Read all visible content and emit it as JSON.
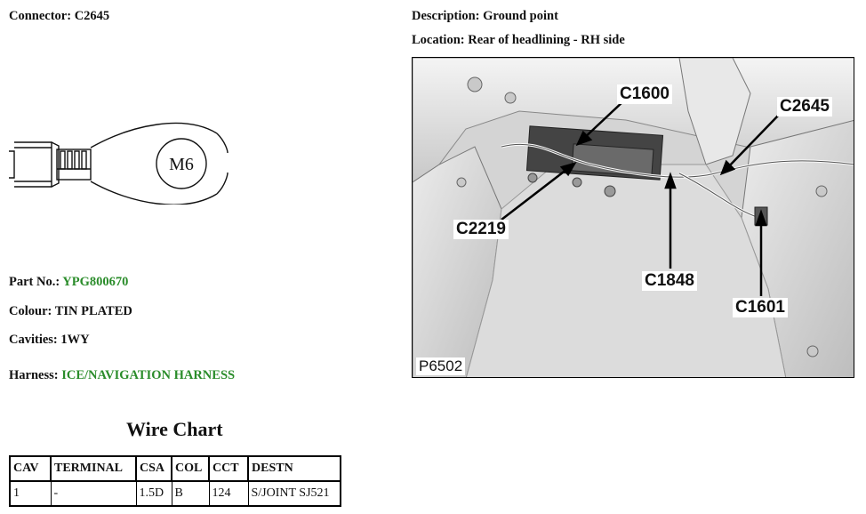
{
  "left": {
    "connector_label": "Connector:",
    "connector_value": "C2645",
    "part_no_label": "Part No.:",
    "part_no_value": "YPG800670",
    "colour_label": "Colour:",
    "colour_value": "TIN PLATED",
    "cavities_label": "Cavities:",
    "cavities_value": "1WY",
    "harness_label": "Harness:",
    "harness_value": "ICE/NAVIGATION HARNESS"
  },
  "right": {
    "description_label": "Description:",
    "description_value": "Ground point",
    "location_label": "Location:",
    "location_value": "Rear of headlining - RH side"
  },
  "diagram": {
    "stud_label": "M6"
  },
  "photo": {
    "figure_ref": "P6502",
    "callouts": [
      "C1600",
      "C2645",
      "C2219",
      "C1848",
      "C1601"
    ]
  },
  "wire_chart": {
    "title": "Wire Chart",
    "headers": [
      "CAV",
      "TERMINAL",
      "CSA",
      "COL",
      "CCT",
      "DESTN"
    ],
    "rows": [
      [
        "1",
        "-",
        "1.5D",
        "B",
        "124",
        "S/JOINT SJ521"
      ]
    ]
  },
  "colors": {
    "accent_green": "#2a8c2a"
  }
}
